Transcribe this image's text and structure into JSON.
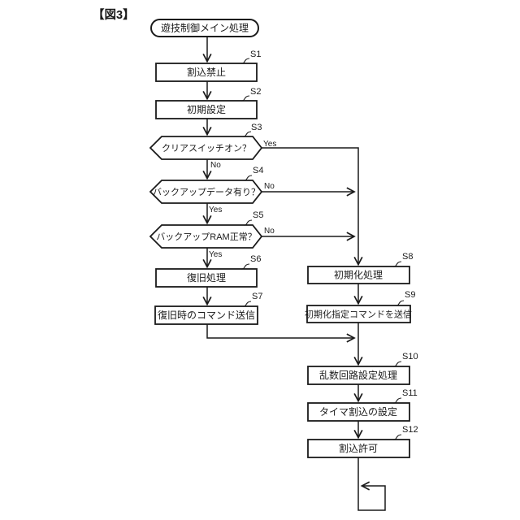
{
  "figure_label": "【図3】",
  "colors": {
    "line": "#1a1a1a",
    "background": "#ffffff"
  },
  "flowchart": {
    "start_label": "遊技制御メイン処理",
    "branch": {
      "yes": "Yes",
      "no": "No"
    },
    "steps": [
      {
        "id": "S1",
        "label": "割込禁止",
        "type": "process"
      },
      {
        "id": "S2",
        "label": "初期設定",
        "type": "process"
      },
      {
        "id": "S3",
        "label": "クリアスイッチオン？",
        "type": "decision"
      },
      {
        "id": "S4",
        "label": "バックアップデータ有り？",
        "type": "decision"
      },
      {
        "id": "S5",
        "label": "バックアップRAM正常？",
        "type": "decision"
      },
      {
        "id": "S6",
        "label": "復旧処理",
        "type": "process"
      },
      {
        "id": "S7",
        "label": "復旧時のコマンド送信",
        "type": "process"
      },
      {
        "id": "S8",
        "label": "初期化処理",
        "type": "process"
      },
      {
        "id": "S9",
        "label": "初期化指定コマンドを送信",
        "type": "process"
      },
      {
        "id": "S10",
        "label": "乱数回路設定処理",
        "type": "process"
      },
      {
        "id": "S11",
        "label": "タイマ割込の設定",
        "type": "process"
      },
      {
        "id": "S12",
        "label": "割込許可",
        "type": "process"
      }
    ]
  }
}
